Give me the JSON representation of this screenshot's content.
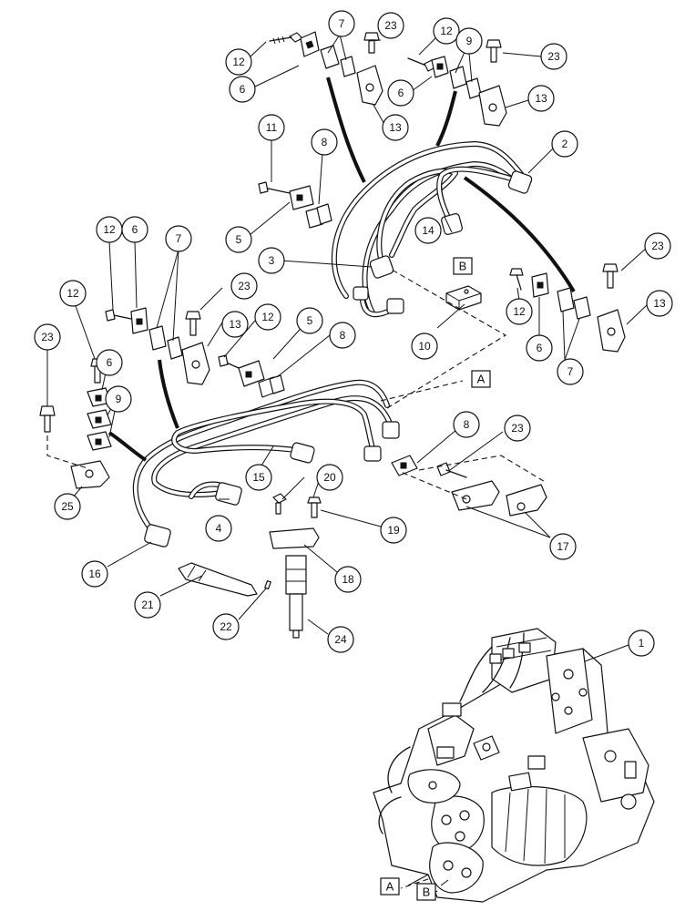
{
  "callouts": [
    {
      "id": "c12a",
      "label": "12"
    },
    {
      "id": "c6a",
      "label": "6"
    },
    {
      "id": "c7a",
      "label": "7"
    },
    {
      "id": "c23a",
      "label": "23"
    },
    {
      "id": "c12b",
      "label": "12"
    },
    {
      "id": "c6b",
      "label": "6"
    },
    {
      "id": "c9a",
      "label": "9"
    },
    {
      "id": "c23b",
      "label": "23"
    },
    {
      "id": "c13a",
      "label": "13"
    },
    {
      "id": "c13b",
      "label": "13"
    },
    {
      "id": "c11",
      "label": "11"
    },
    {
      "id": "c8a",
      "label": "8"
    },
    {
      "id": "c2",
      "label": "2"
    },
    {
      "id": "c5a",
      "label": "5"
    },
    {
      "id": "c3",
      "label": "3"
    },
    {
      "id": "c14",
      "label": "14"
    },
    {
      "id": "c23c",
      "label": "23"
    },
    {
      "id": "c13c",
      "label": "13"
    },
    {
      "id": "c12c",
      "label": "12"
    },
    {
      "id": "c6c",
      "label": "6"
    },
    {
      "id": "c7c",
      "label": "7"
    },
    {
      "id": "c10",
      "label": "10"
    },
    {
      "id": "c12d",
      "label": "12"
    },
    {
      "id": "c6d",
      "label": "6"
    },
    {
      "id": "c7b",
      "label": "7"
    },
    {
      "id": "c23d",
      "label": "23"
    },
    {
      "id": "c13d",
      "label": "13"
    },
    {
      "id": "c12e",
      "label": "12"
    },
    {
      "id": "c5b",
      "label": "5"
    },
    {
      "id": "c8b",
      "label": "8"
    },
    {
      "id": "c12f",
      "label": "12"
    },
    {
      "id": "c23e",
      "label": "23"
    },
    {
      "id": "c6e",
      "label": "6"
    },
    {
      "id": "c9b",
      "label": "9"
    },
    {
      "id": "c25",
      "label": "25"
    },
    {
      "id": "c15",
      "label": "15"
    },
    {
      "id": "c20",
      "label": "20"
    },
    {
      "id": "c8c",
      "label": "8"
    },
    {
      "id": "c23f",
      "label": "23"
    },
    {
      "id": "c4",
      "label": "4"
    },
    {
      "id": "c19",
      "label": "19"
    },
    {
      "id": "c17",
      "label": "17"
    },
    {
      "id": "c16",
      "label": "16"
    },
    {
      "id": "c18",
      "label": "18"
    },
    {
      "id": "c21",
      "label": "21"
    },
    {
      "id": "c22",
      "label": "22"
    },
    {
      "id": "c24",
      "label": "24"
    },
    {
      "id": "c1",
      "label": "1"
    }
  ],
  "letters": [
    {
      "id": "lb1",
      "label": "B"
    },
    {
      "id": "la1",
      "label": "A"
    },
    {
      "id": "la2",
      "label": "A"
    },
    {
      "id": "lb2",
      "label": "B"
    }
  ]
}
